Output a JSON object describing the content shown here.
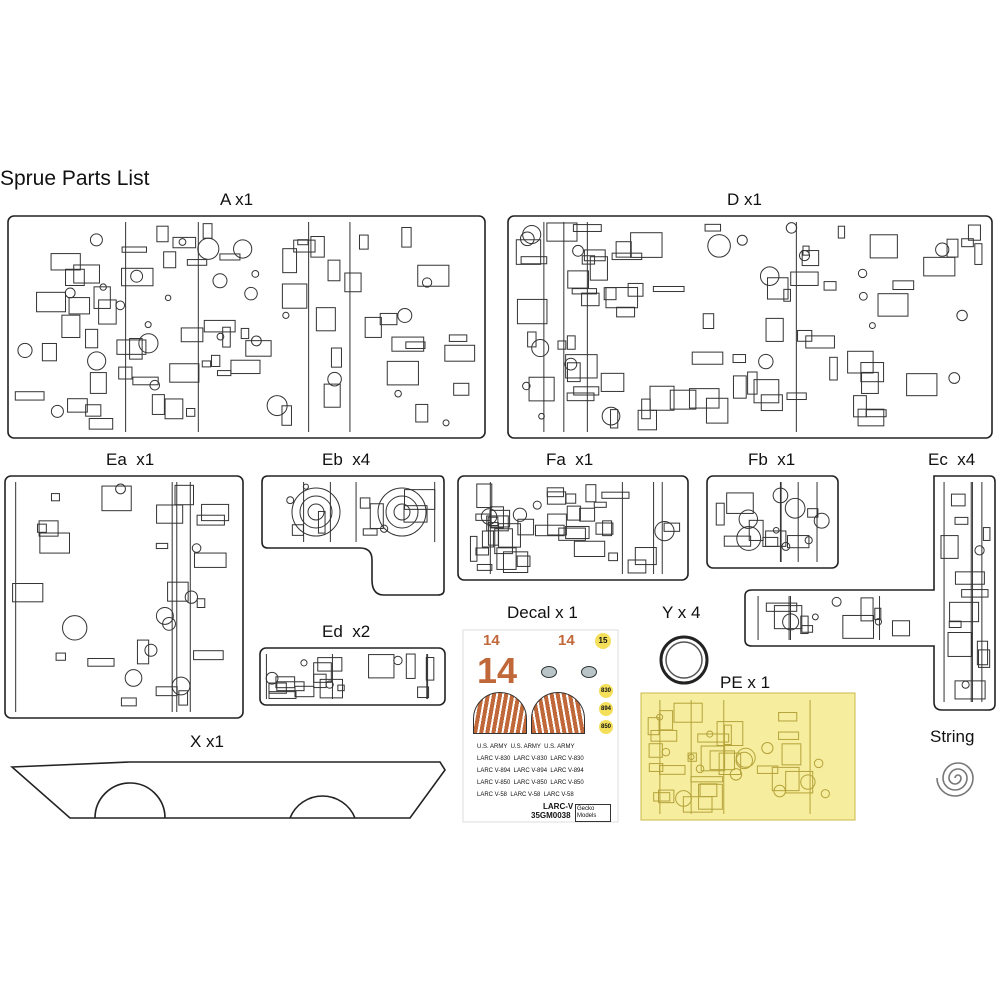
{
  "title": "Sprue Parts List",
  "sprues": {
    "A": "A x1",
    "D": "D x1",
    "Ea": "Ea  x1",
    "Eb": "Eb  x4",
    "Ed": "Ed  x2",
    "Fa": "Fa  x1",
    "Fb": "Fb  x1",
    "Ec": "Ec  x4",
    "X": "X x1",
    "Y": "Y x 4",
    "PE": "PE x 1",
    "String": "String",
    "Decal": "Decal x 1"
  },
  "decal": {
    "num14": "14",
    "yellow": [
      "15",
      "830",
      "894",
      "850"
    ],
    "markings": [
      "U.S. ARMY  U.S. ARMY  U.S. ARMY",
      "LARC V-830  LARC V-830  LARC V-830",
      "LARC V-894  LARC V-894  LARC V-894",
      "LARC V-850  LARC V-850  LARC V-850",
      "LARC V-58  LARC V-58  LARC V-58"
    ],
    "kit_name": "LARC-V",
    "kit_code": "35GM0038",
    "brand": "Gecko Models",
    "colors": {
      "orange": "#c0683a",
      "yellow": "#f3df5a"
    }
  },
  "pe_color": "#f6ee9e"
}
